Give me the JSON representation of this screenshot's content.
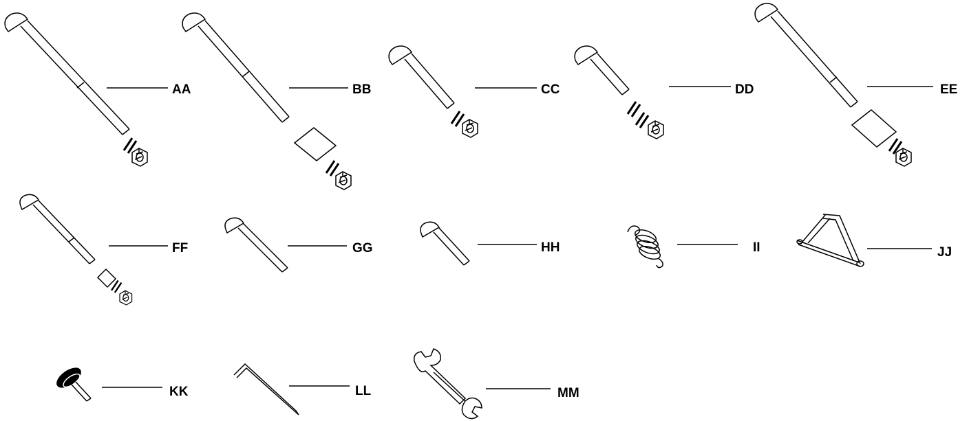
{
  "parts": [
    {
      "id": "AA",
      "label": "AA"
    },
    {
      "id": "BB",
      "label": "BB"
    },
    {
      "id": "CC",
      "label": "CC"
    },
    {
      "id": "DD",
      "label": "DD"
    },
    {
      "id": "EE",
      "label": "EE"
    },
    {
      "id": "FF",
      "label": "FF"
    },
    {
      "id": "GG",
      "label": "GG"
    },
    {
      "id": "HH",
      "label": "HH"
    },
    {
      "id": "II",
      "label": "II"
    },
    {
      "id": "JJ",
      "label": "JJ"
    },
    {
      "id": "KK",
      "label": "KK"
    },
    {
      "id": "LL",
      "label": "LL"
    },
    {
      "id": "MM",
      "label": "MM"
    }
  ]
}
